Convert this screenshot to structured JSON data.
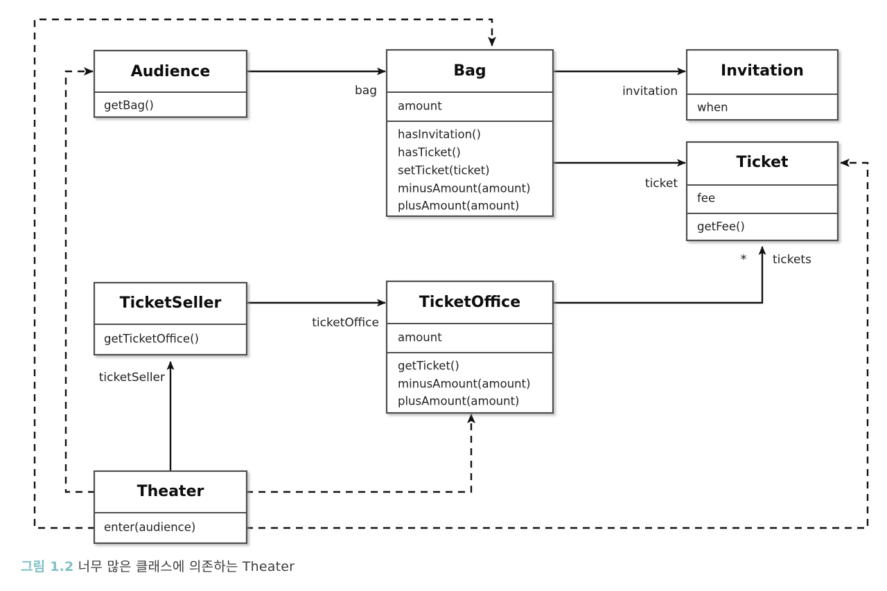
{
  "figure": {
    "caption_number": "그림 1.2",
    "caption_text": " 너무 많은 클래스에 의존하는 Theater",
    "caption_number_color": "#81c0c4",
    "caption_text_color": "#3b3b3b",
    "diagram_type": "UML class diagram",
    "background_color": "#ffffff",
    "line_color": "#111111",
    "box_stroke_color": "#4d4d4d"
  },
  "classes": {
    "audience": {
      "name": "Audience",
      "attributes": [],
      "operations": [
        "getBag()"
      ]
    },
    "bag": {
      "name": "Bag",
      "attributes": [
        "amount"
      ],
      "operations": [
        "hasInvitation()",
        "hasTicket()",
        "setTicket(ticket)",
        "minusAmount(amount)",
        "plusAmount(amount)"
      ]
    },
    "invitation": {
      "name": "Invitation",
      "attributes": [
        "when"
      ],
      "operations": []
    },
    "ticket": {
      "name": "Ticket",
      "attributes": [
        "fee"
      ],
      "operations": [
        "getFee()"
      ]
    },
    "ticketseller": {
      "name": "TicketSeller",
      "attributes": [],
      "operations": [
        "getTicketOffice()"
      ]
    },
    "ticketoffice": {
      "name": "TicketOffice",
      "attributes": [
        "amount"
      ],
      "operations": [
        "getTicket()",
        "minusAmount(amount)",
        "plusAmount(amount)"
      ]
    },
    "theater": {
      "name": "Theater",
      "attributes": [],
      "operations": [
        "enter(audience)"
      ]
    }
  },
  "associations": [
    {
      "id": "audience-bag",
      "from": "Audience",
      "to": "Bag",
      "label": "bag",
      "style": "solid"
    },
    {
      "id": "bag-invitation",
      "from": "Bag",
      "to": "Invitation",
      "label": "invitation",
      "style": "solid"
    },
    {
      "id": "bag-ticket",
      "from": "Bag",
      "to": "Ticket",
      "label": "ticket",
      "style": "solid"
    },
    {
      "id": "ticketseller-ticketoffice",
      "from": "TicketSeller",
      "to": "TicketOffice",
      "label": "ticketOffice",
      "style": "solid"
    },
    {
      "id": "ticketoffice-ticket",
      "from": "TicketOffice",
      "to": "Ticket",
      "label": "tickets",
      "multiplicity": "*",
      "style": "solid"
    },
    {
      "id": "theater-ticketseller",
      "from": "Theater",
      "to": "TicketSeller",
      "label": "ticketSeller",
      "style": "solid"
    }
  ],
  "dependencies": [
    {
      "id": "theater-audience",
      "from": "Theater",
      "to": "Audience",
      "style": "dashed"
    },
    {
      "id": "theater-bag",
      "from": "Theater",
      "to": "Bag",
      "style": "dashed"
    },
    {
      "id": "theater-ticketoffice",
      "from": "Theater",
      "to": "TicketOffice",
      "style": "dashed"
    },
    {
      "id": "theater-ticket",
      "from": "Theater",
      "to": "Ticket",
      "style": "dashed"
    }
  ]
}
